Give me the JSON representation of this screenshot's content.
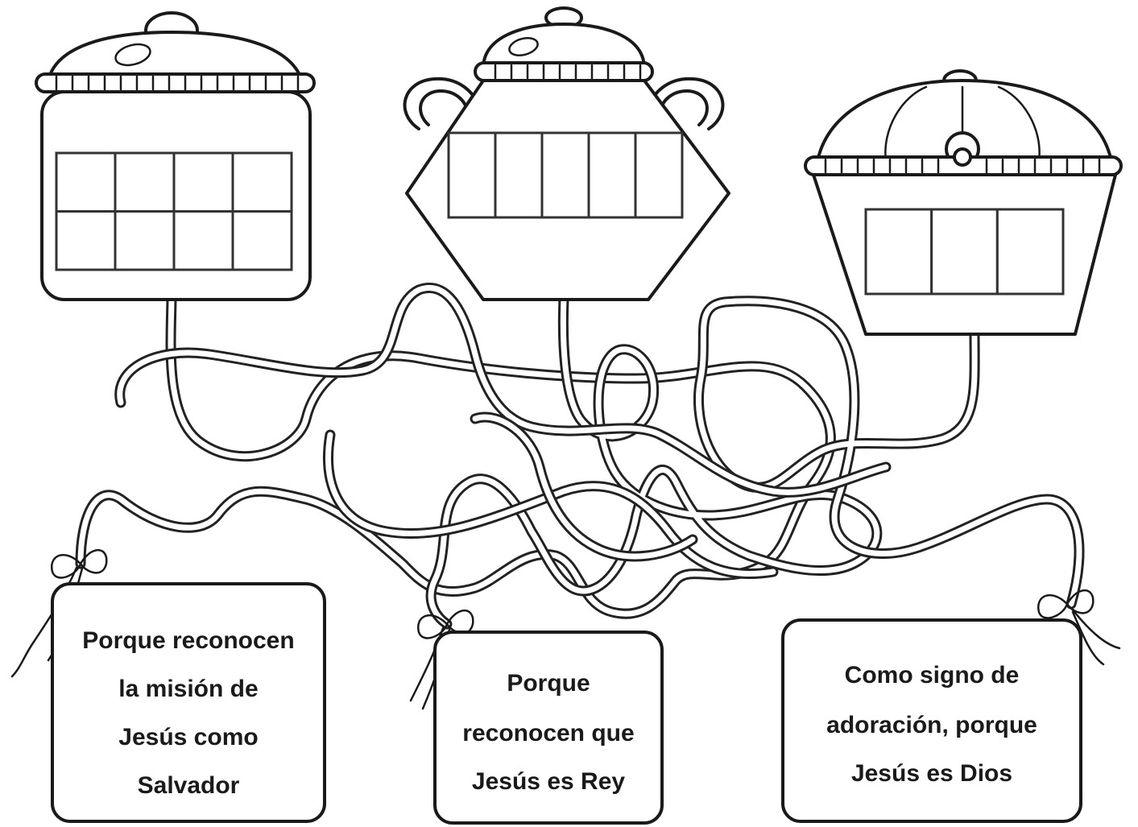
{
  "cards": [
    {
      "lines": [
        "Porque reconocen",
        "la  misión de",
        "Jesús como",
        "Salvador"
      ]
    },
    {
      "lines": [
        "Porque",
        "reconocen que",
        "Jesús es Rey"
      ]
    },
    {
      "lines": [
        "Como signo de",
        "adoración, porque",
        "Jesús es Dios"
      ]
    }
  ],
  "pots": [
    {
      "name": "pot-left",
      "grid": {
        "rows": 2,
        "cols": 4
      }
    },
    {
      "name": "pot-middle",
      "grid": {
        "rows": 1,
        "cols": 5
      }
    },
    {
      "name": "pot-right",
      "grid": {
        "rows": 1,
        "cols": 3
      }
    }
  ]
}
